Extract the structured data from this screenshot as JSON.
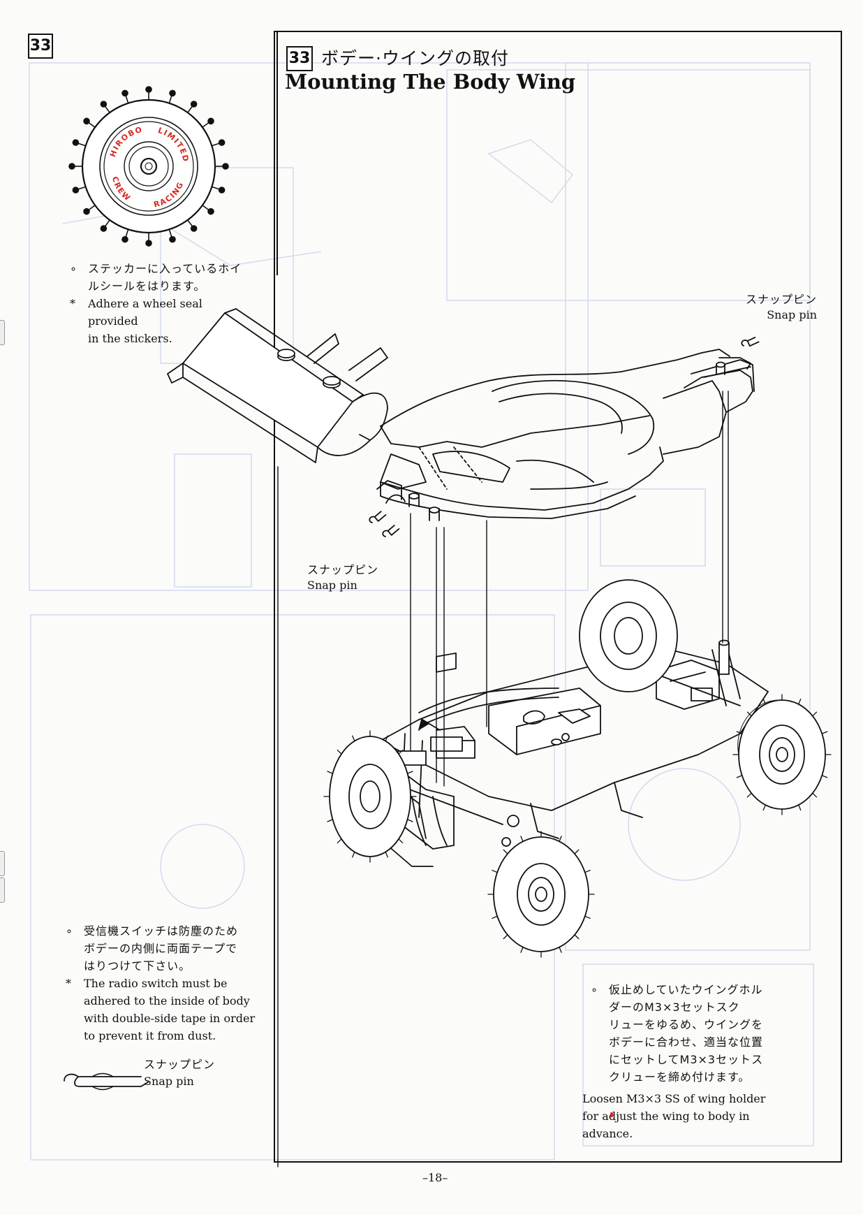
{
  "page": {
    "step_number_left": "33",
    "step_number_main": "33",
    "title_jp": "ボデー·ウイングの取付",
    "title_en": "Mounting The Body Wing",
    "page_number": "–18–"
  },
  "wheel_seal": {
    "brand_text": "HIROBO",
    "text_limited": "LIMITED",
    "text_racing": "RACING",
    "text_crew": "CREW",
    "note_jp_line1": "ステッカーに入っているホイ",
    "note_jp_line2": "ルシールをはります。",
    "note_en_line1": "Adhere a wheel seal provided",
    "note_en_line2": "in the stickers."
  },
  "labels": {
    "snap_pin_top_jp": "スナップピン",
    "snap_pin_top_en": "Snap pin",
    "snap_pin_mid_jp": "スナップピン",
    "snap_pin_mid_en": "Snap pin",
    "snap_pin_legend_jp": "スナップピン",
    "snap_pin_legend_en": "Snap pin"
  },
  "radio_switch_note": {
    "jp_line1": "受信機スイッチは防塵のため",
    "jp_line2": "ボデーの内側に両面テープで",
    "jp_line3": "はりつけて下さい。",
    "en_line1": "The radio switch must be",
    "en_line2": "adhered to the inside of body",
    "en_line3": "with double-side tape in order",
    "en_line4": "to prevent it from dust."
  },
  "wing_holder_note": {
    "jp_line1": "仮止めしていたウイングホル",
    "jp_line2": "ダーのM3×3セットスク",
    "jp_line3": "リューをゆるめ、ウイングを",
    "jp_line4": "ボデーに合わせ、適当な位置",
    "jp_line5": "にセットしてM3×3セットス",
    "jp_line6": "クリューを締め付けます。",
    "en_line1": "Loosen M3×3 SS of wing holder",
    "en_line2": "for adjust the wing to body in",
    "en_line3": "advance."
  },
  "colors": {
    "ink": "#111111",
    "paper": "#fbfbfa",
    "bleed_through": "#b9c7e4",
    "seal_red": "#d42a1e"
  }
}
